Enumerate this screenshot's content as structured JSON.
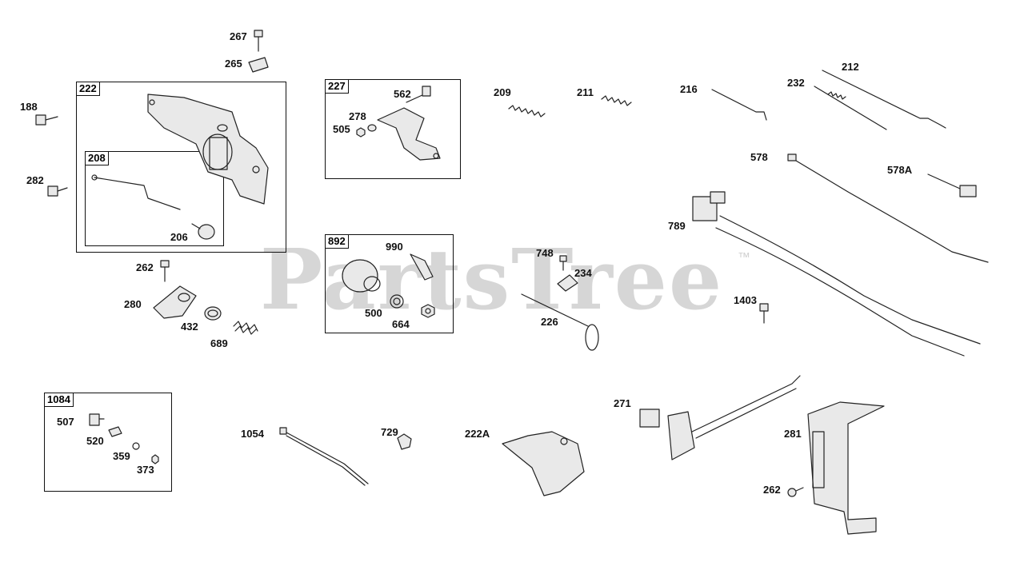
{
  "watermark": {
    "text": "PartsTree",
    "tm": "™"
  },
  "groups": [
    {
      "id": "222"
    },
    {
      "id": "208"
    },
    {
      "id": "227"
    },
    {
      "id": "892"
    },
    {
      "id": "1084"
    }
  ],
  "labels": {
    "p267": "267",
    "p265": "265",
    "p188": "188",
    "p282": "282",
    "p206": "206",
    "p262a": "262",
    "p280": "280",
    "p432": "432",
    "p689": "689",
    "p562": "562",
    "p278": "278",
    "p505": "505",
    "p990": "990",
    "p500": "500",
    "p664": "664",
    "p209": "209",
    "p211": "211",
    "p216": "216",
    "p232": "232",
    "p212": "212",
    "p578": "578",
    "p578A": "578A",
    "p789": "789",
    "p1403": "1403",
    "p748": "748",
    "p234": "234",
    "p226": "226",
    "p507": "507",
    "p520": "520",
    "p359": "359",
    "p373": "373",
    "p1054": "1054",
    "p729": "729",
    "p222A": "222A",
    "p271": "271",
    "p281": "281",
    "p262b": "262"
  }
}
